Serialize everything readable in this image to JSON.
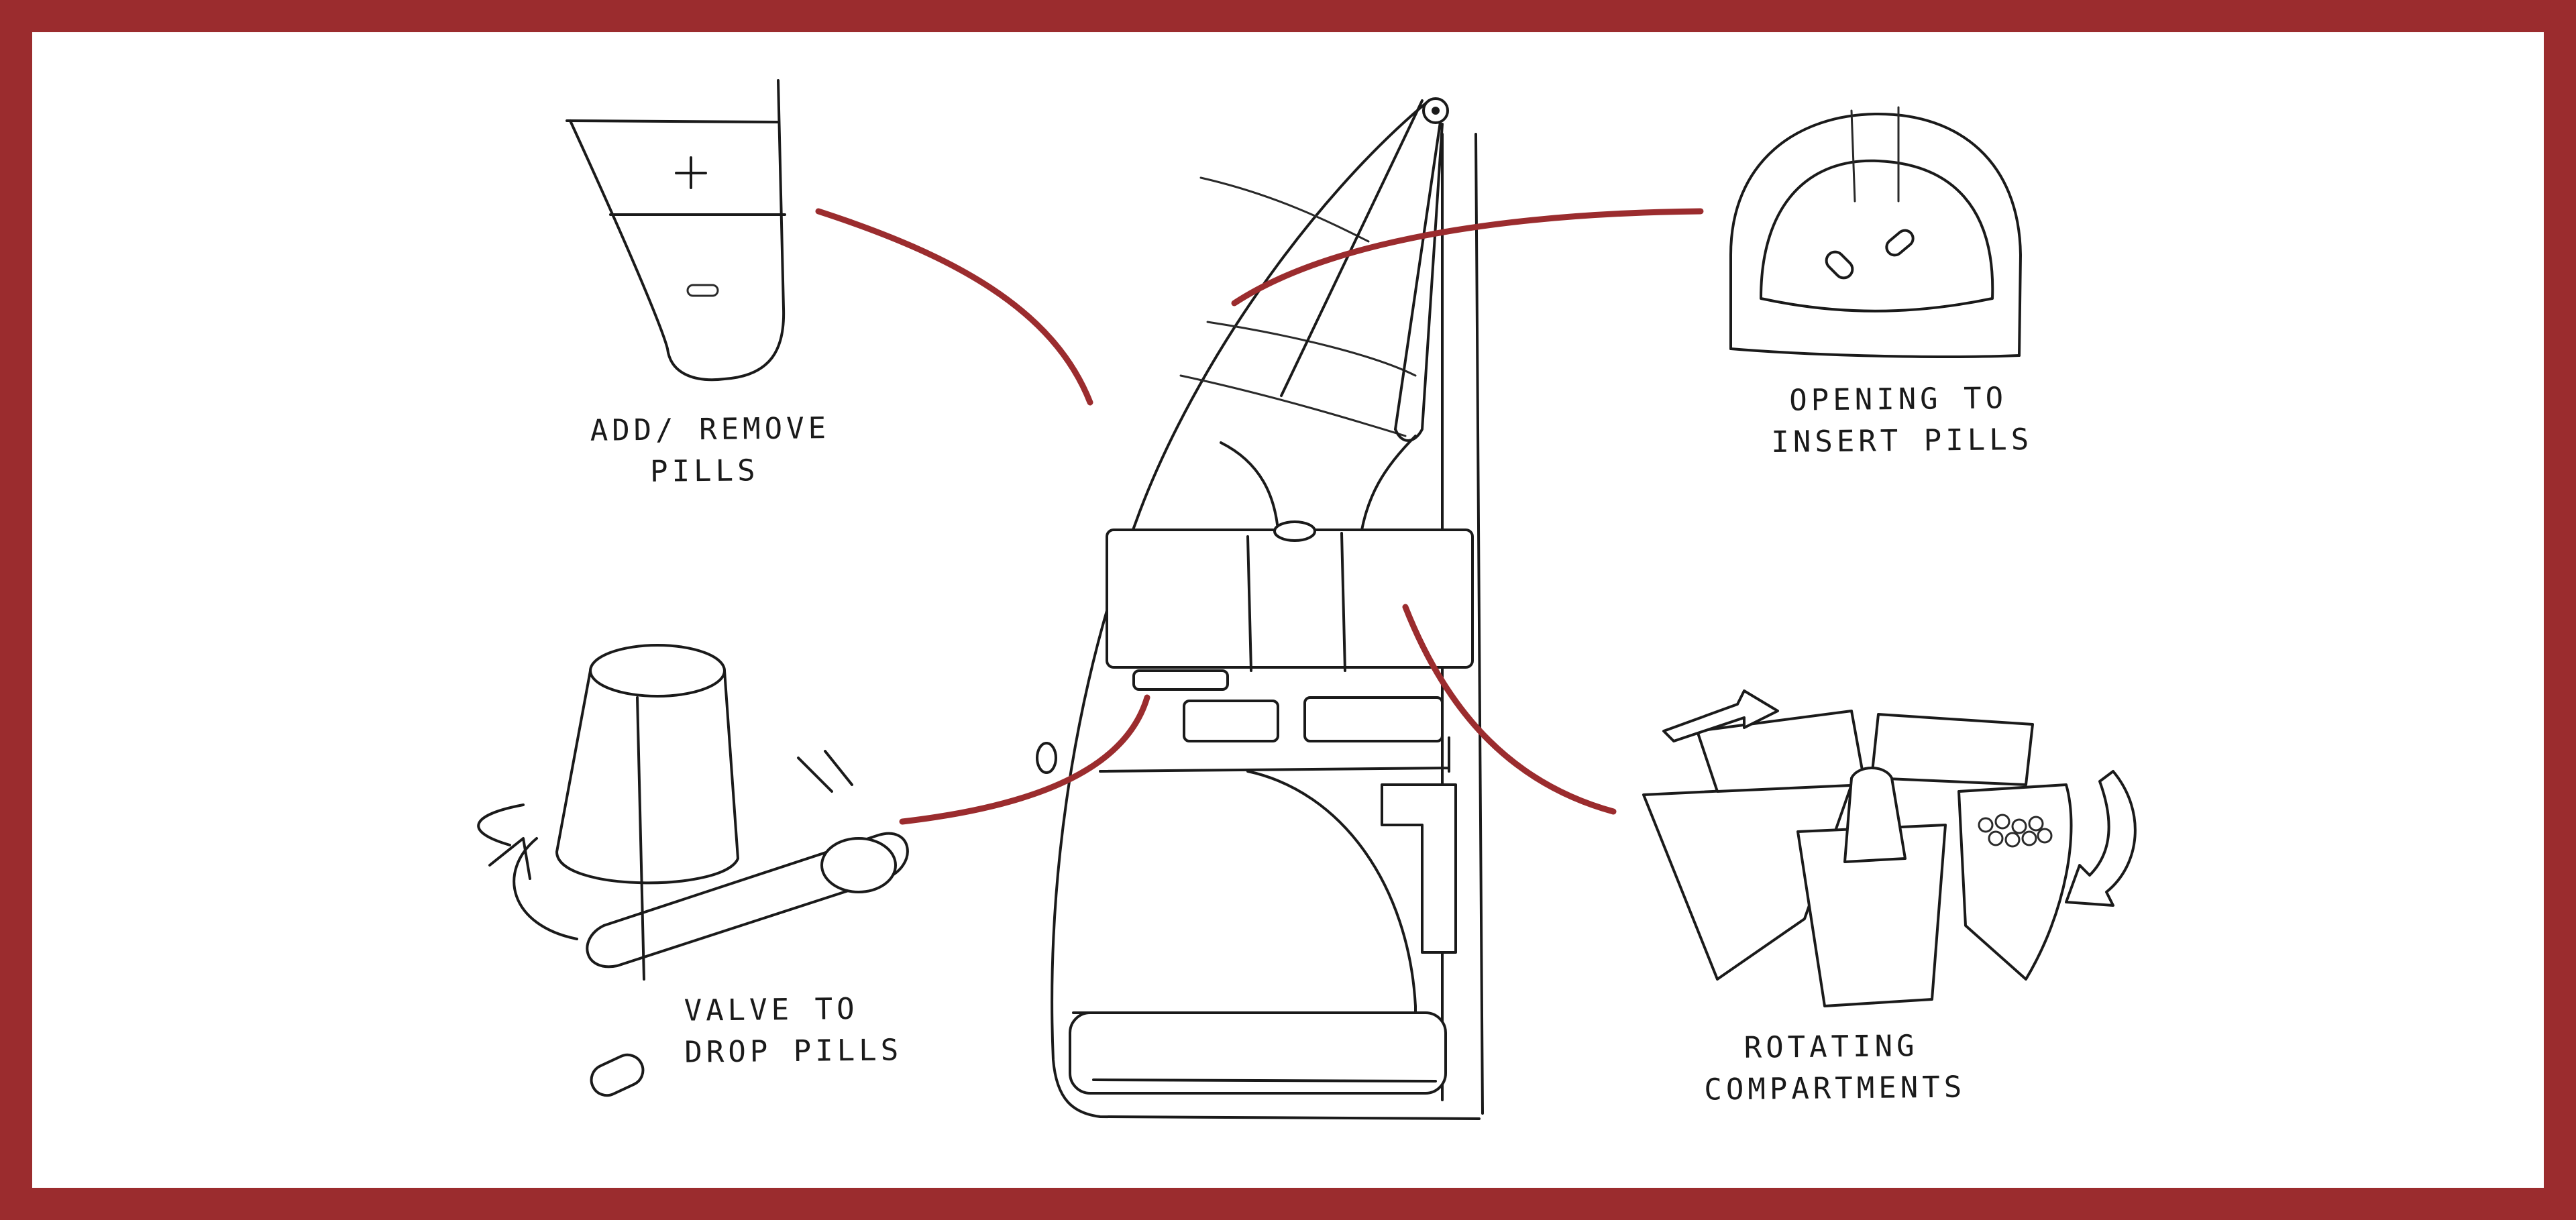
{
  "colors": {
    "frame": "#9b2c2e",
    "callout": "#9b2c2e",
    "ink": "#1a1a1a",
    "paper": "#ffffff"
  },
  "labels": {
    "add_remove": {
      "line1": "ADD/ REMOVE",
      "line2": "PILLS"
    },
    "opening": {
      "line1": "OPENING TO",
      "line2": "INSERT PILLS"
    },
    "valve": {
      "line1": "VALVE TO",
      "line2": "DROP PILLS"
    },
    "rotating": {
      "line1": "ROTATING",
      "line2": "COMPARTMENTS"
    }
  },
  "icons": [
    "plus-icon",
    "minus-icon",
    "pill-icon",
    "rotation-arrow-icon"
  ]
}
